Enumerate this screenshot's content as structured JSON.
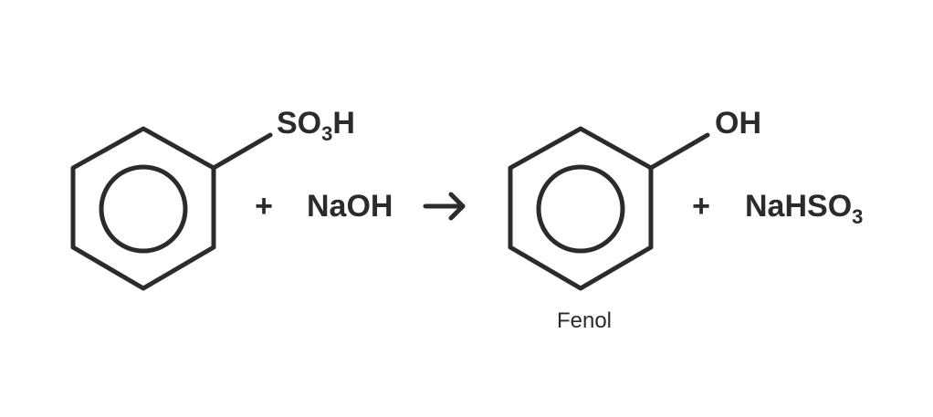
{
  "colors": {
    "ink": "#2b2b2b",
    "background": "#ffffff"
  },
  "reaction": {
    "reactant_1": {
      "structure": "benzene-ring",
      "substituent": {
        "main": "SO",
        "subscript": "3",
        "suffix": "H"
      }
    },
    "plus_1": "+",
    "reactant_2": "NaOH",
    "arrow": "→",
    "product_1": {
      "structure": "benzene-ring",
      "substituent": "OH",
      "name": "Fenol"
    },
    "plus_2": "+",
    "product_2": {
      "main": "NaHSO",
      "subscript": "3"
    }
  }
}
